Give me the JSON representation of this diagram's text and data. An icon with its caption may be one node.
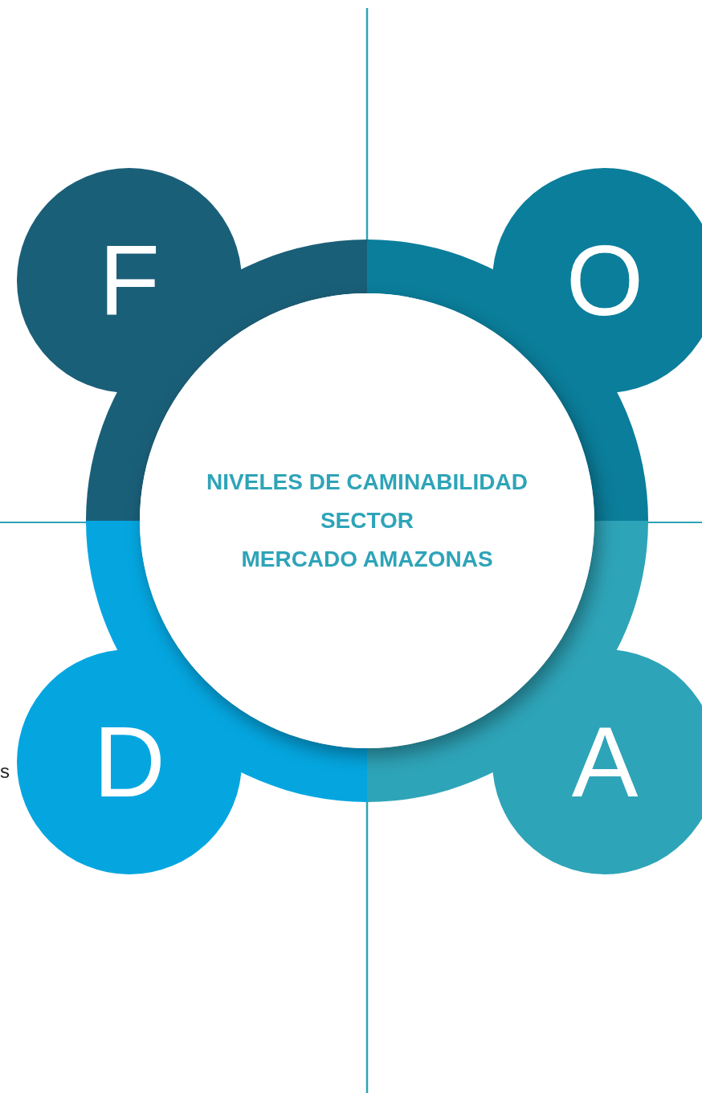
{
  "diagram": {
    "nodes": [
      {
        "text": [
          "NIVELES DE CAMINABILIDAD",
          "SECTOR",
          "MERCADO AMAZONAS"
        ]
      },
      {
        "text": [
          "F"
        ]
      },
      {
        "text": [
          "O"
        ]
      },
      {
        "text": [
          "D"
        ]
      },
      {
        "text": [
          "A"
        ]
      }
    ],
    "labels": [
      "s"
    ]
  }
}
